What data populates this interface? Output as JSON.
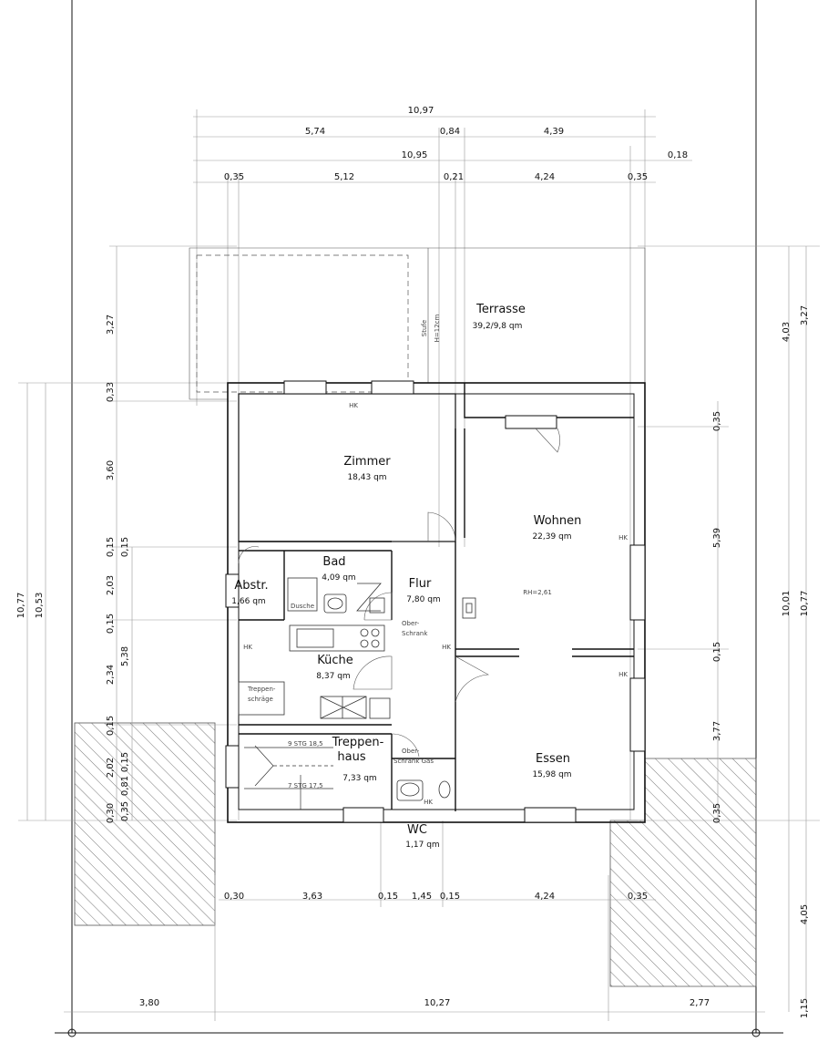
{
  "dimensions": {
    "top_overall": "10,97",
    "top_row2": [
      "5,74",
      "0,84",
      "4,39"
    ],
    "top_row3": [
      "10,95",
      "0,18"
    ],
    "top_row4": [
      "0,35",
      "5,12",
      "0,21",
      "4,24",
      "0,35"
    ],
    "bottom_row1": [
      "0,30",
      "3,63",
      "0,15",
      "1,45",
      "0,15",
      "4,24",
      "0,35"
    ],
    "bottom_row2": [
      "3,80",
      "10,27",
      "2,77"
    ],
    "left_outer": [
      "10,77",
      "10,53"
    ],
    "left_inner": [
      "3,27",
      "0,33",
      "3,60",
      "0,15",
      "2,03",
      "0,15",
      "2,34",
      "0,15",
      "2,02",
      "0,30",
      "0,35",
      "0,81",
      "0,15",
      "5,38",
      "0,15"
    ],
    "right_inner": [
      "0,35",
      "5,39",
      "0,15",
      "3,77",
      "0,35"
    ],
    "right_outer": [
      "4,03",
      "3,27",
      "10,01",
      "10,77",
      "4,05",
      "1,15"
    ]
  },
  "rooms": {
    "terrasse": {
      "name": "Terrasse",
      "area": "39,2/9,8 qm"
    },
    "zimmer": {
      "name": "Zimmer",
      "area": "18,43 qm"
    },
    "wohnen": {
      "name": "Wohnen",
      "area": "22,39 qm"
    },
    "bad": {
      "name": "Bad",
      "area": "4,09 qm"
    },
    "abstr": {
      "name": "Abstr.",
      "area": "1,66 qm"
    },
    "flur": {
      "name": "Flur",
      "area": "7,80 qm"
    },
    "kueche": {
      "name": "Küche",
      "area": "8,37 qm"
    },
    "treppenhaus": {
      "name1": "Treppen-",
      "name2": "haus",
      "area": "7,33 qm"
    },
    "essen": {
      "name": "Essen",
      "area": "15,98 qm"
    },
    "wc": {
      "name": "WC",
      "area": "1,17 qm"
    }
  },
  "notes": {
    "stufe": "Stufe",
    "stufe_h": "H=12cm",
    "hk": "HK",
    "rh": "RH=2,61",
    "dusche": "Dusche",
    "ober_schrank": "Ober-",
    "ober_schrank2": "Schrank",
    "treppenschraege1": "Treppen-",
    "treppenschraege2": "schräge",
    "stg_upper": "9 STG 18,5",
    "stg_lower": "7 STG 17,5",
    "oberschrank_gas": "Ober-",
    "oberschrank_gas2": "Schrank  Gas"
  }
}
